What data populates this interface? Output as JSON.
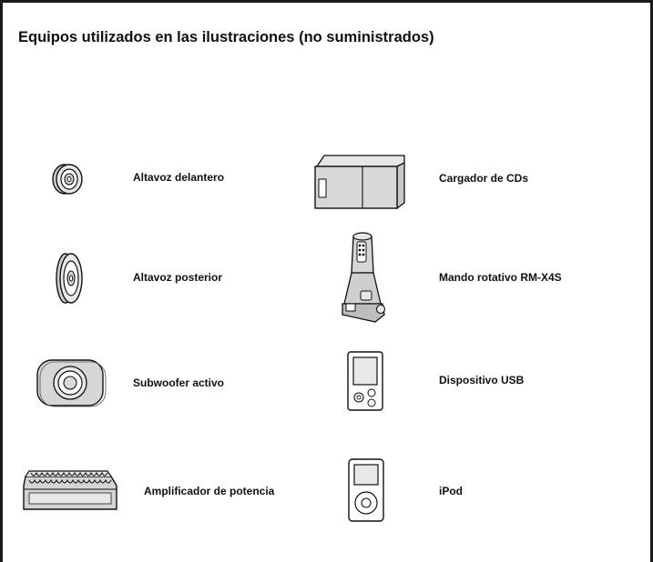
{
  "heading": "Equipos utilizados en las ilustraciones (no suministrados)",
  "items": {
    "front_speaker": {
      "label": "Altavoz delantero",
      "icon": "front-speaker-icon"
    },
    "rear_speaker": {
      "label": "Altavoz posterior",
      "icon": "rear-speaker-icon"
    },
    "subwoofer": {
      "label": "Subwoofer activo",
      "icon": "subwoofer-icon"
    },
    "amplifier": {
      "label": "Amplificador de potencia",
      "icon": "amplifier-icon"
    },
    "cd_changer": {
      "label": "Cargador de CDs",
      "icon": "cd-changer-icon"
    },
    "rotary_commander": {
      "label": "Mando rotativo RM-X4S",
      "icon": "rotary-commander-icon"
    },
    "usb_device": {
      "label": "Dispositivo USB",
      "icon": "usb-device-icon"
    },
    "ipod": {
      "label": "iPod",
      "icon": "ipod-icon"
    }
  }
}
